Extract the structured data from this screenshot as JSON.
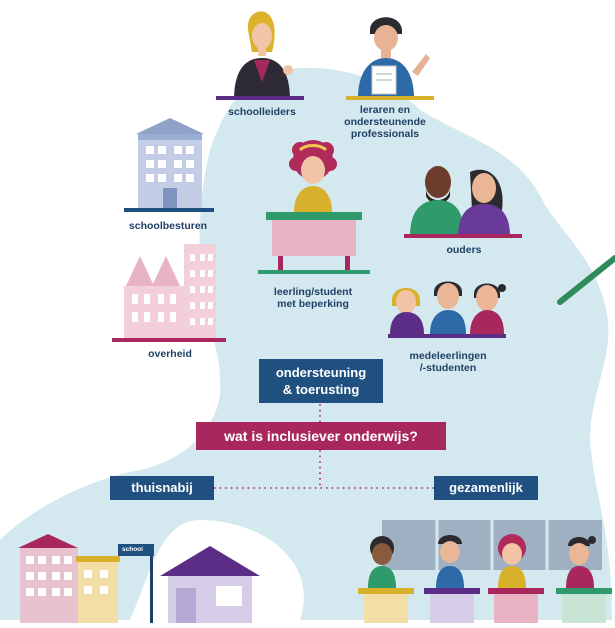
{
  "stakeholders": {
    "school_leaders": "schoolleiders",
    "teachers": "leraren en\nondersteunende\nprofessionals",
    "school_boards": "schoolbesturen",
    "parents": "ouders",
    "student_with_disability": "leerling/student\nmet beperking",
    "government": "overheid",
    "classmates": "medeleerlingen\n/-studenten"
  },
  "boxes": {
    "support": "ondersteuning\n& toerusting",
    "question": "wat is inclusiever onderwijs?",
    "near_home": "thuisnabij",
    "together": "gezamenlijk"
  },
  "sign": {
    "label": "school"
  },
  "colors": {
    "blob": "#d4e9ef",
    "navy": "#1f5080",
    "magenta": "#a8285e",
    "green": "#2f9a6b",
    "purple": "#5c2d86",
    "mustard": "#d7b12c"
  }
}
